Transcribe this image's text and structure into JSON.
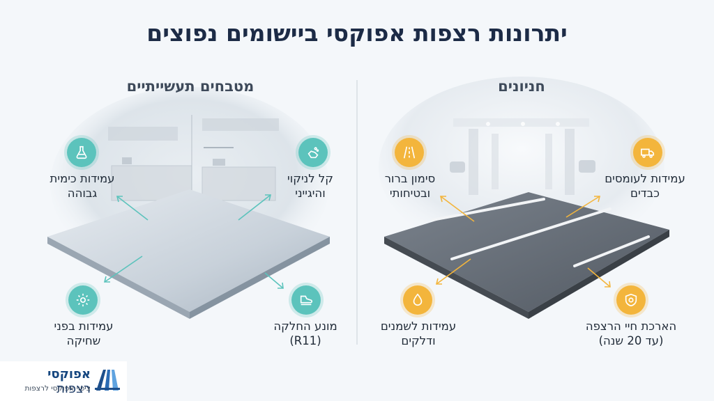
{
  "title": "יתרונות רצפות אפוקסי ביישומים נפוצים",
  "panels": {
    "kitchens": {
      "title": "מטבחים תעשייתיים",
      "features": {
        "chemical": {
          "line1": "עמידות כימית",
          "line2": "גבוהה"
        },
        "cleaning": {
          "line1": "קל לניקוי",
          "line2": "והיגייני"
        },
        "abrasion": {
          "line1": "עמידות בפני",
          "line2": "שחיקה"
        },
        "antislip": {
          "line1": "מונע החלקה",
          "line2": "(R11)"
        }
      }
    },
    "parking": {
      "title": "חניונים",
      "features": {
        "marking": {
          "line1": "סימון ברור",
          "line2": "ובטיחותי"
        },
        "heavy": {
          "line1": "עמידות לעומסים",
          "line2": "כבדים"
        },
        "oils": {
          "line1": "עמידות לשמנים",
          "line2": "ודלקים"
        },
        "lifespan": {
          "line1": "הארכת חיי הרצפה",
          "line2": "(עד 20 שנה)"
        }
      }
    }
  },
  "brand": {
    "strong": "אפוקסי",
    "light": "רצפות",
    "tagline": "ציפוי אפוקסי לרצפות"
  },
  "colors": {
    "teal": "#5cc3bc",
    "gold": "#f3b53c",
    "title": "#1c2b46"
  }
}
